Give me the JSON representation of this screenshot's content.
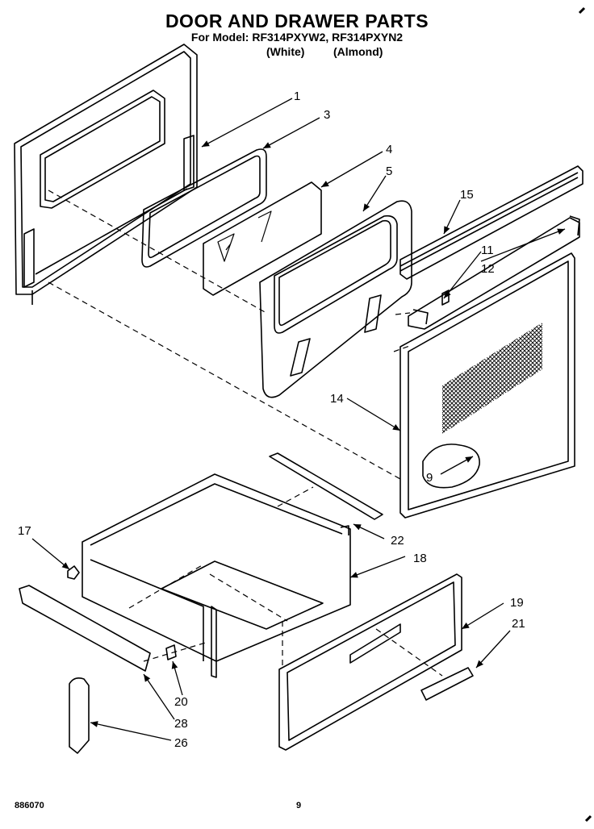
{
  "header": {
    "title": "DOOR AND DRAWER PARTS",
    "model_line": "For Model: RF314PXYW2, RF314PXYN2",
    "color_white": "(White)",
    "color_almond": "(Almond)"
  },
  "callouts": [
    "1",
    "3",
    "4",
    "5",
    "15",
    "11",
    "12",
    "14",
    "9",
    "17",
    "22",
    "18",
    "19",
    "21",
    "20",
    "28",
    "26"
  ],
  "footer": {
    "part_code": "886070",
    "page_number": "9"
  }
}
